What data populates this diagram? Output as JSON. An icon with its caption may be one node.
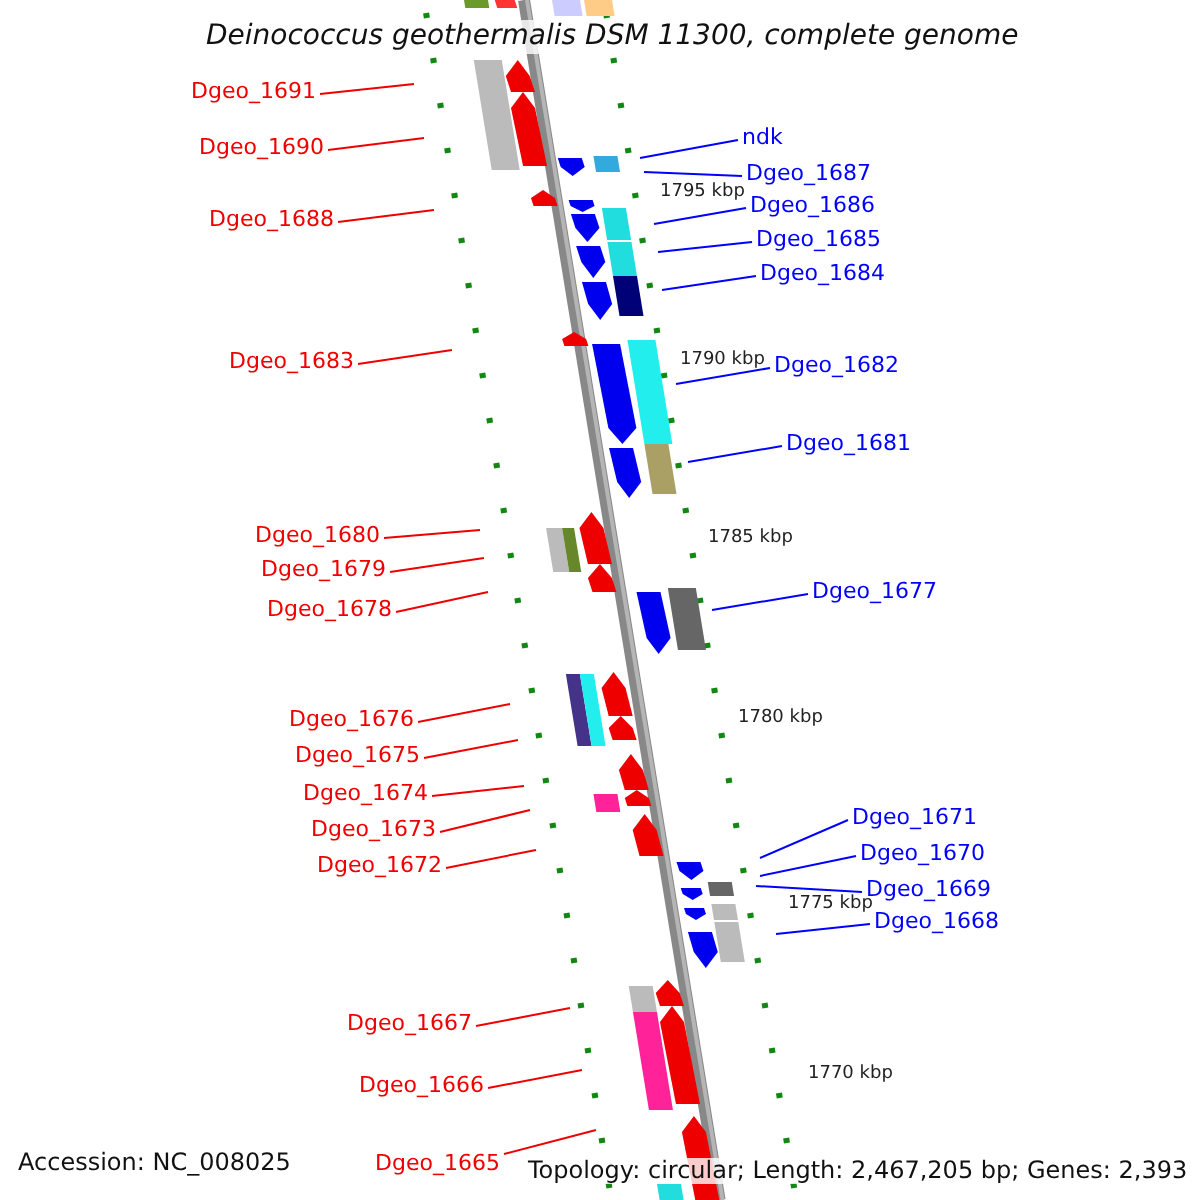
{
  "diagram": {
    "title": "Deinococcus geothermalis DSM 11300, complete genome",
    "nodes": [
      {
        "text": [
          "Dgeo_1691"
        ]
      },
      {
        "text": [
          "ndk"
        ]
      },
      {
        "text": [
          "Dgeo_1690"
        ]
      },
      {
        "text": [
          "Dgeo_1687"
        ]
      },
      {
        "text": [
          "Dgeo_1686"
        ]
      },
      {
        "text": [
          "Dgeo_1688"
        ]
      },
      {
        "text": [
          "Dgeo_1685"
        ]
      },
      {
        "text": [
          "Dgeo_1684"
        ]
      },
      {
        "text": [
          "Dgeo_1683"
        ]
      },
      {
        "text": [
          "Dgeo_1682"
        ]
      },
      {
        "text": [
          "Dgeo_1681"
        ]
      },
      {
        "text": [
          "Dgeo_1680"
        ]
      },
      {
        "text": [
          "Dgeo_1679"
        ]
      },
      {
        "text": [
          "Dgeo_1677"
        ]
      },
      {
        "text": [
          "Dgeo_1678"
        ]
      },
      {
        "text": [
          "Dgeo_1676"
        ]
      },
      {
        "text": [
          "Dgeo_1675"
        ]
      },
      {
        "text": [
          "Dgeo_1674"
        ]
      },
      {
        "text": [
          "Dgeo_1671"
        ]
      },
      {
        "text": [
          "Dgeo_1673"
        ]
      },
      {
        "text": [
          "Dgeo_1670"
        ]
      },
      {
        "text": [
          "Dgeo_1672"
        ]
      },
      {
        "text": [
          "Dgeo_1669"
        ]
      },
      {
        "text": [
          "Dgeo_1668"
        ]
      },
      {
        "text": [
          "Dgeo_1667"
        ]
      },
      {
        "text": [
          "Dgeo_1666"
        ]
      },
      {
        "text": [
          "Dgeo_1665"
        ]
      }
    ],
    "edges": [
      {
        "from": 0,
        "to": null,
        "arrow": "none"
      },
      {
        "from": 1,
        "to": null,
        "arrow": "none",
        "color": "#0000ff"
      },
      {
        "from": 2,
        "to": null,
        "arrow": "none"
      },
      {
        "from": 3,
        "to": null,
        "arrow": "none",
        "color": "#0000ff"
      },
      {
        "from": 4,
        "to": null,
        "arrow": "none",
        "color": "#0000ff"
      },
      {
        "from": 5,
        "to": null,
        "arrow": "none"
      },
      {
        "from": 6,
        "to": null,
        "arrow": "none",
        "color": "#0000ff"
      },
      {
        "from": 7,
        "to": null,
        "arrow": "none",
        "color": "#0000ff"
      },
      {
        "from": 8,
        "to": null,
        "arrow": "none"
      },
      {
        "from": 9,
        "to": null,
        "arrow": "none",
        "color": "#0000ff"
      },
      {
        "from": 10,
        "to": null,
        "arrow": "none",
        "color": "#0000ff"
      },
      {
        "from": 11,
        "to": null,
        "arrow": "none"
      },
      {
        "from": 12,
        "to": null,
        "arrow": "none"
      },
      {
        "from": 13,
        "to": null,
        "arrow": "none",
        "color": "#0000ff"
      },
      {
        "from": 14,
        "to": null,
        "arrow": "none"
      },
      {
        "from": 15,
        "to": null,
        "arrow": "none"
      },
      {
        "from": 16,
        "to": null,
        "arrow": "none"
      },
      {
        "from": 17,
        "to": null,
        "arrow": "none"
      },
      {
        "from": 18,
        "to": null,
        "arrow": "none",
        "color": "#0000ff"
      },
      {
        "from": 19,
        "to": null,
        "arrow": "none"
      },
      {
        "from": 20,
        "to": null,
        "arrow": "none",
        "color": "#0000ff"
      },
      {
        "from": 21,
        "to": null,
        "arrow": "none"
      },
      {
        "from": 22,
        "to": null,
        "arrow": "none",
        "color": "#0000ff"
      },
      {
        "from": 23,
        "to": null,
        "arrow": "none",
        "color": "#0000ff"
      },
      {
        "from": 24,
        "to": null,
        "arrow": "none"
      },
      {
        "from": 25,
        "to": null,
        "arrow": "none"
      },
      {
        "from": 26,
        "to": null,
        "arrow": "none"
      }
    ],
    "labels": [
      "1795 kbp",
      "1790 kbp",
      "1785 kbp",
      "1780 kbp",
      "1775 kbp",
      "1770 kbp",
      "Accession: NC_008025",
      "Topology: circular; Length: 2,467,205 bp; Genes: 2,393"
    ]
  }
}
